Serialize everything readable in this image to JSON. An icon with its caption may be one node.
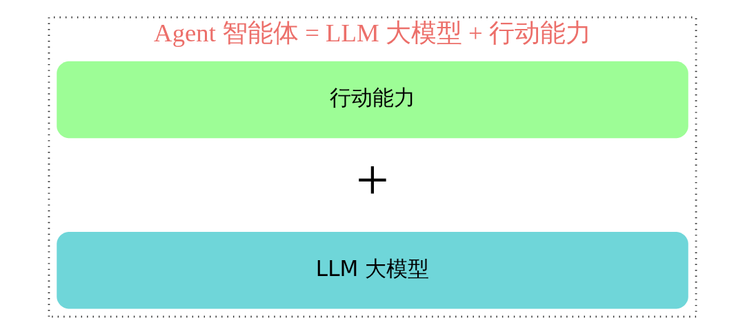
{
  "diagram": {
    "nodes": [
      {
        "text": [
          "Agent 智能体 = LLM 大模型 + 行动能力"
        ]
      },
      {
        "text": [
          "行动能力"
        ],
        "in": 0
      },
      {
        "text": [
          "LLM 大模型"
        ],
        "in": 0
      }
    ],
    "labels": [
      "+"
    ]
  }
}
